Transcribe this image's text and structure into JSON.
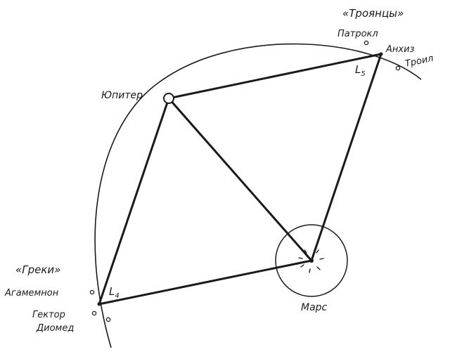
{
  "groups": {
    "trojans": "«Троянцы»",
    "greeks": "«Греки»"
  },
  "points": {
    "l5": {
      "letter": "L",
      "index": "5"
    },
    "l4": {
      "letter": "L",
      "index": "4"
    }
  },
  "bodies": {
    "jupiter": "Юпитер",
    "sun": "Марс"
  },
  "asteroids": {
    "patroclus": "Патрокл",
    "anchises": "Анхиз",
    "troilus": "Троил",
    "agamemnon": "Агамемнон",
    "hector": "Гектор",
    "diomedes": "Диомед"
  },
  "colors": {
    "ink": "#1a1a1a",
    "paper": "#ffffff"
  }
}
